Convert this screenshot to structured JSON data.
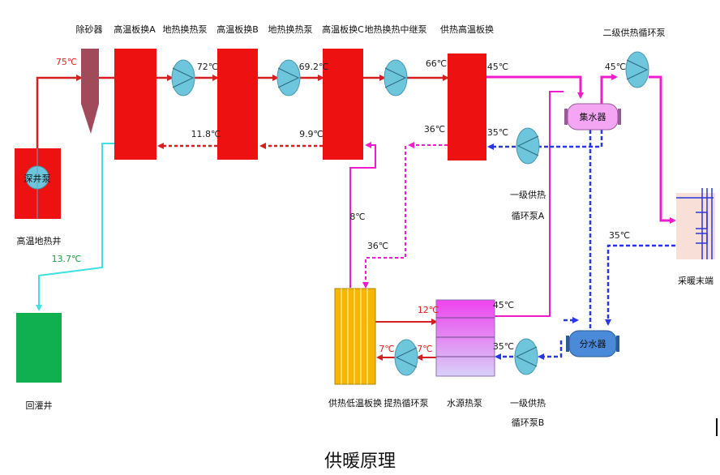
{
  "caption": "供暖原理",
  "labels": {
    "sand_remover": "除砂器",
    "hx_a": "高温板换A",
    "pump_geo_1": "地热换热泵",
    "hx_b": "高温板换B",
    "pump_geo_2": "地热换热泵",
    "hx_c": "高温板换C",
    "pump_relay": "地热换热中继泵",
    "hx_supply": "供热高温板换",
    "pump_secondary": "二级供热循环泵",
    "deep_pump": "深井泵",
    "well_high": "高温地热井",
    "reinjection_well": "回灌井",
    "collector": "集水器",
    "distributor": "分水器",
    "pump_primary_a_1": "一级供热",
    "pump_primary_a_2": "循环泵A",
    "pump_primary_b_1": "一级供热",
    "pump_primary_b_2": "循环泵B",
    "terminal": "采暖末端",
    "hx_low": "供热低温板换",
    "pump_lift": "提热循环泵",
    "heat_pump": "水源热泵"
  },
  "temps": {
    "t_well_out": "75℃",
    "t_a_out": "72℃",
    "t_b_out": "69.2℃",
    "t_c_out": "66℃",
    "t_supply_out": "45℃",
    "t_secondary_in": "45℃",
    "t_ret_36_top": "36℃",
    "t_ret_35_top": "35℃",
    "t_ret_b": "11.8℃",
    "t_ret_c": "9.9℃",
    "t_8": "8℃",
    "t_36_mid": "36℃",
    "t_35_term": "35℃",
    "t_reinject": "13.7℃",
    "t_12": "12℃",
    "t_hp_45": "45℃",
    "t_hp_35": "35℃",
    "t_7a": "7℃",
    "t_7b": "7℃"
  },
  "colors": {
    "hot_line": "#d42020",
    "supply_line": "#ee1ccc",
    "return_line": "#2838e0",
    "reinject_line": "#40e0e0",
    "plate_hx": "#ee1111",
    "pump_fill": "#6ec6dc",
    "well_box": "#ee1111",
    "reinject_box": "#10b050",
    "low_hx": "#f5b800",
    "collector_fill": "#f4a6f4",
    "distributor_fill": "#4a8ad8",
    "temp_red": "#e02020",
    "temp_green": "#20a040",
    "temp_dark": "#222222"
  }
}
